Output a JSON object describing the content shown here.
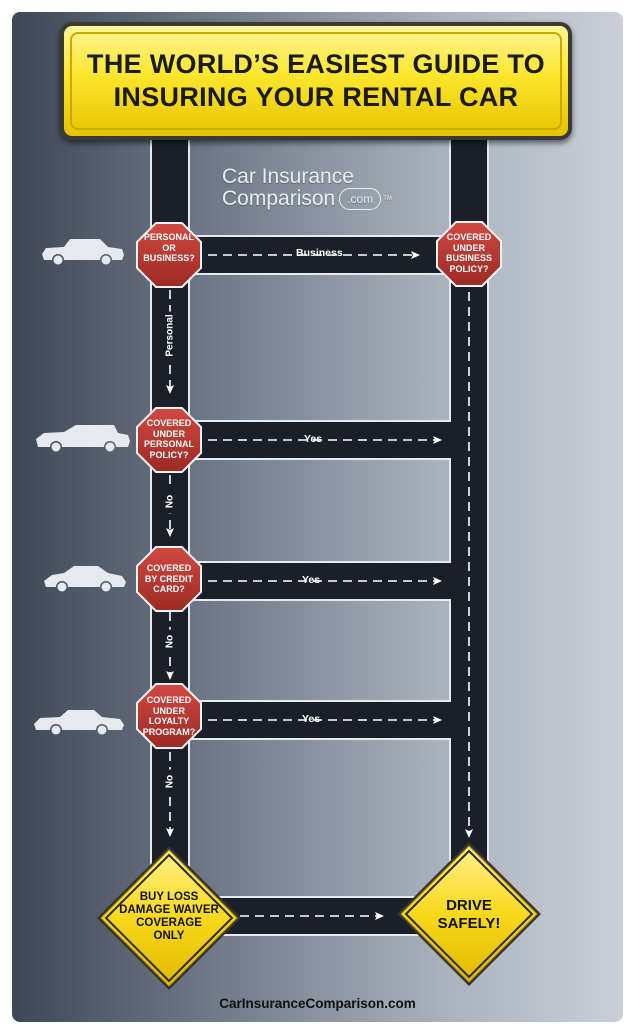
{
  "title": {
    "line1": "THE WORLD’S EASIEST GUIDE TO",
    "line2": "INSURING YOUR RENTAL CAR"
  },
  "brand": {
    "line1": "Car Insurance",
    "line2": "Comparison",
    "dotcom": ".com",
    "tm": "TM"
  },
  "questions": [
    {
      "id": "personal-or-business",
      "lines": [
        "PERSONAL",
        "OR",
        "BUSINESS?"
      ]
    },
    {
      "id": "covered-business-policy",
      "lines": [
        "COVERED",
        "UNDER",
        "BUSINESS",
        "POLICY?"
      ]
    },
    {
      "id": "covered-personal-policy",
      "lines": [
        "COVERED",
        "UNDER",
        "PERSONAL",
        "POLICY?"
      ]
    },
    {
      "id": "covered-credit-card",
      "lines": [
        "COVERED",
        "BY CREDIT",
        "CARD?"
      ]
    },
    {
      "id": "covered-loyalty-program",
      "lines": [
        "COVERED",
        "UNDER",
        "LOYALTY",
        "PROGRAM?"
      ]
    }
  ],
  "outcomes": {
    "ldw": [
      "BUY LOSS",
      "DAMAGE WAIVER",
      "COVERAGE",
      "ONLY"
    ],
    "drive": [
      "DRIVE",
      "SAFELY!"
    ]
  },
  "labels": {
    "business": "Business",
    "personal": "Personal",
    "yes": "Yes",
    "no": "No"
  },
  "footer": "CarInsuranceComparison.com",
  "colors": {
    "stop_sign": "#b5342d",
    "warning_sign": "#f5d41a",
    "road": "#1a2029",
    "banner": "#fbe62c"
  }
}
